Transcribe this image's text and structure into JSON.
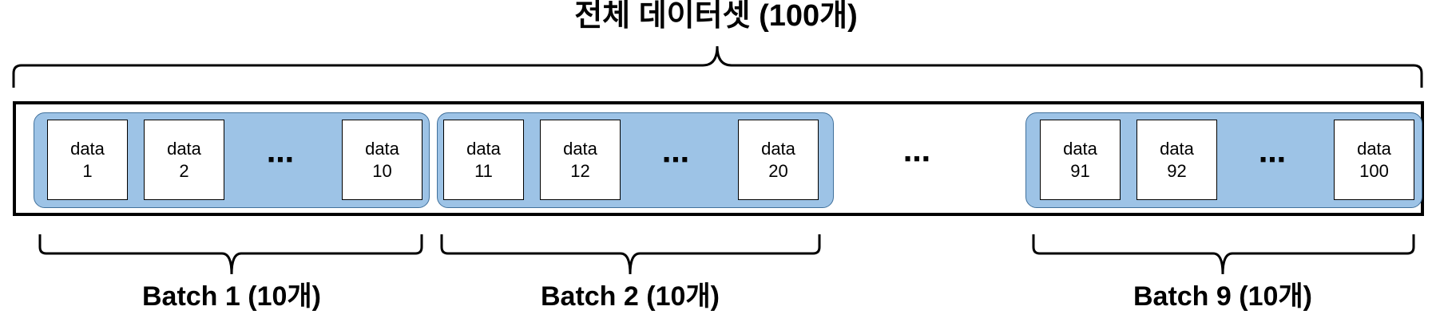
{
  "title": "전체 데이터셋 (100개)",
  "cell_word": "data",
  "ellipsis": "⋯",
  "batches": [
    {
      "label": "Batch 1 (10개)",
      "first": [
        "data",
        "1"
      ],
      "second": [
        "data",
        "2"
      ],
      "last": [
        "data",
        "10"
      ]
    },
    {
      "label": "Batch 2 (10개)",
      "first": [
        "data",
        "11"
      ],
      "second": [
        "data",
        "12"
      ],
      "last": [
        "data",
        "20"
      ]
    },
    {
      "label": "Batch 9 (10개)",
      "first": [
        "data",
        "91"
      ],
      "second": [
        "data",
        "92"
      ],
      "last": [
        "data",
        "100"
      ]
    }
  ],
  "colors": {
    "batch_fill": "#9dc3e6",
    "batch_border": "#41719c",
    "cell_fill": "#ffffff",
    "stroke": "#000000"
  }
}
